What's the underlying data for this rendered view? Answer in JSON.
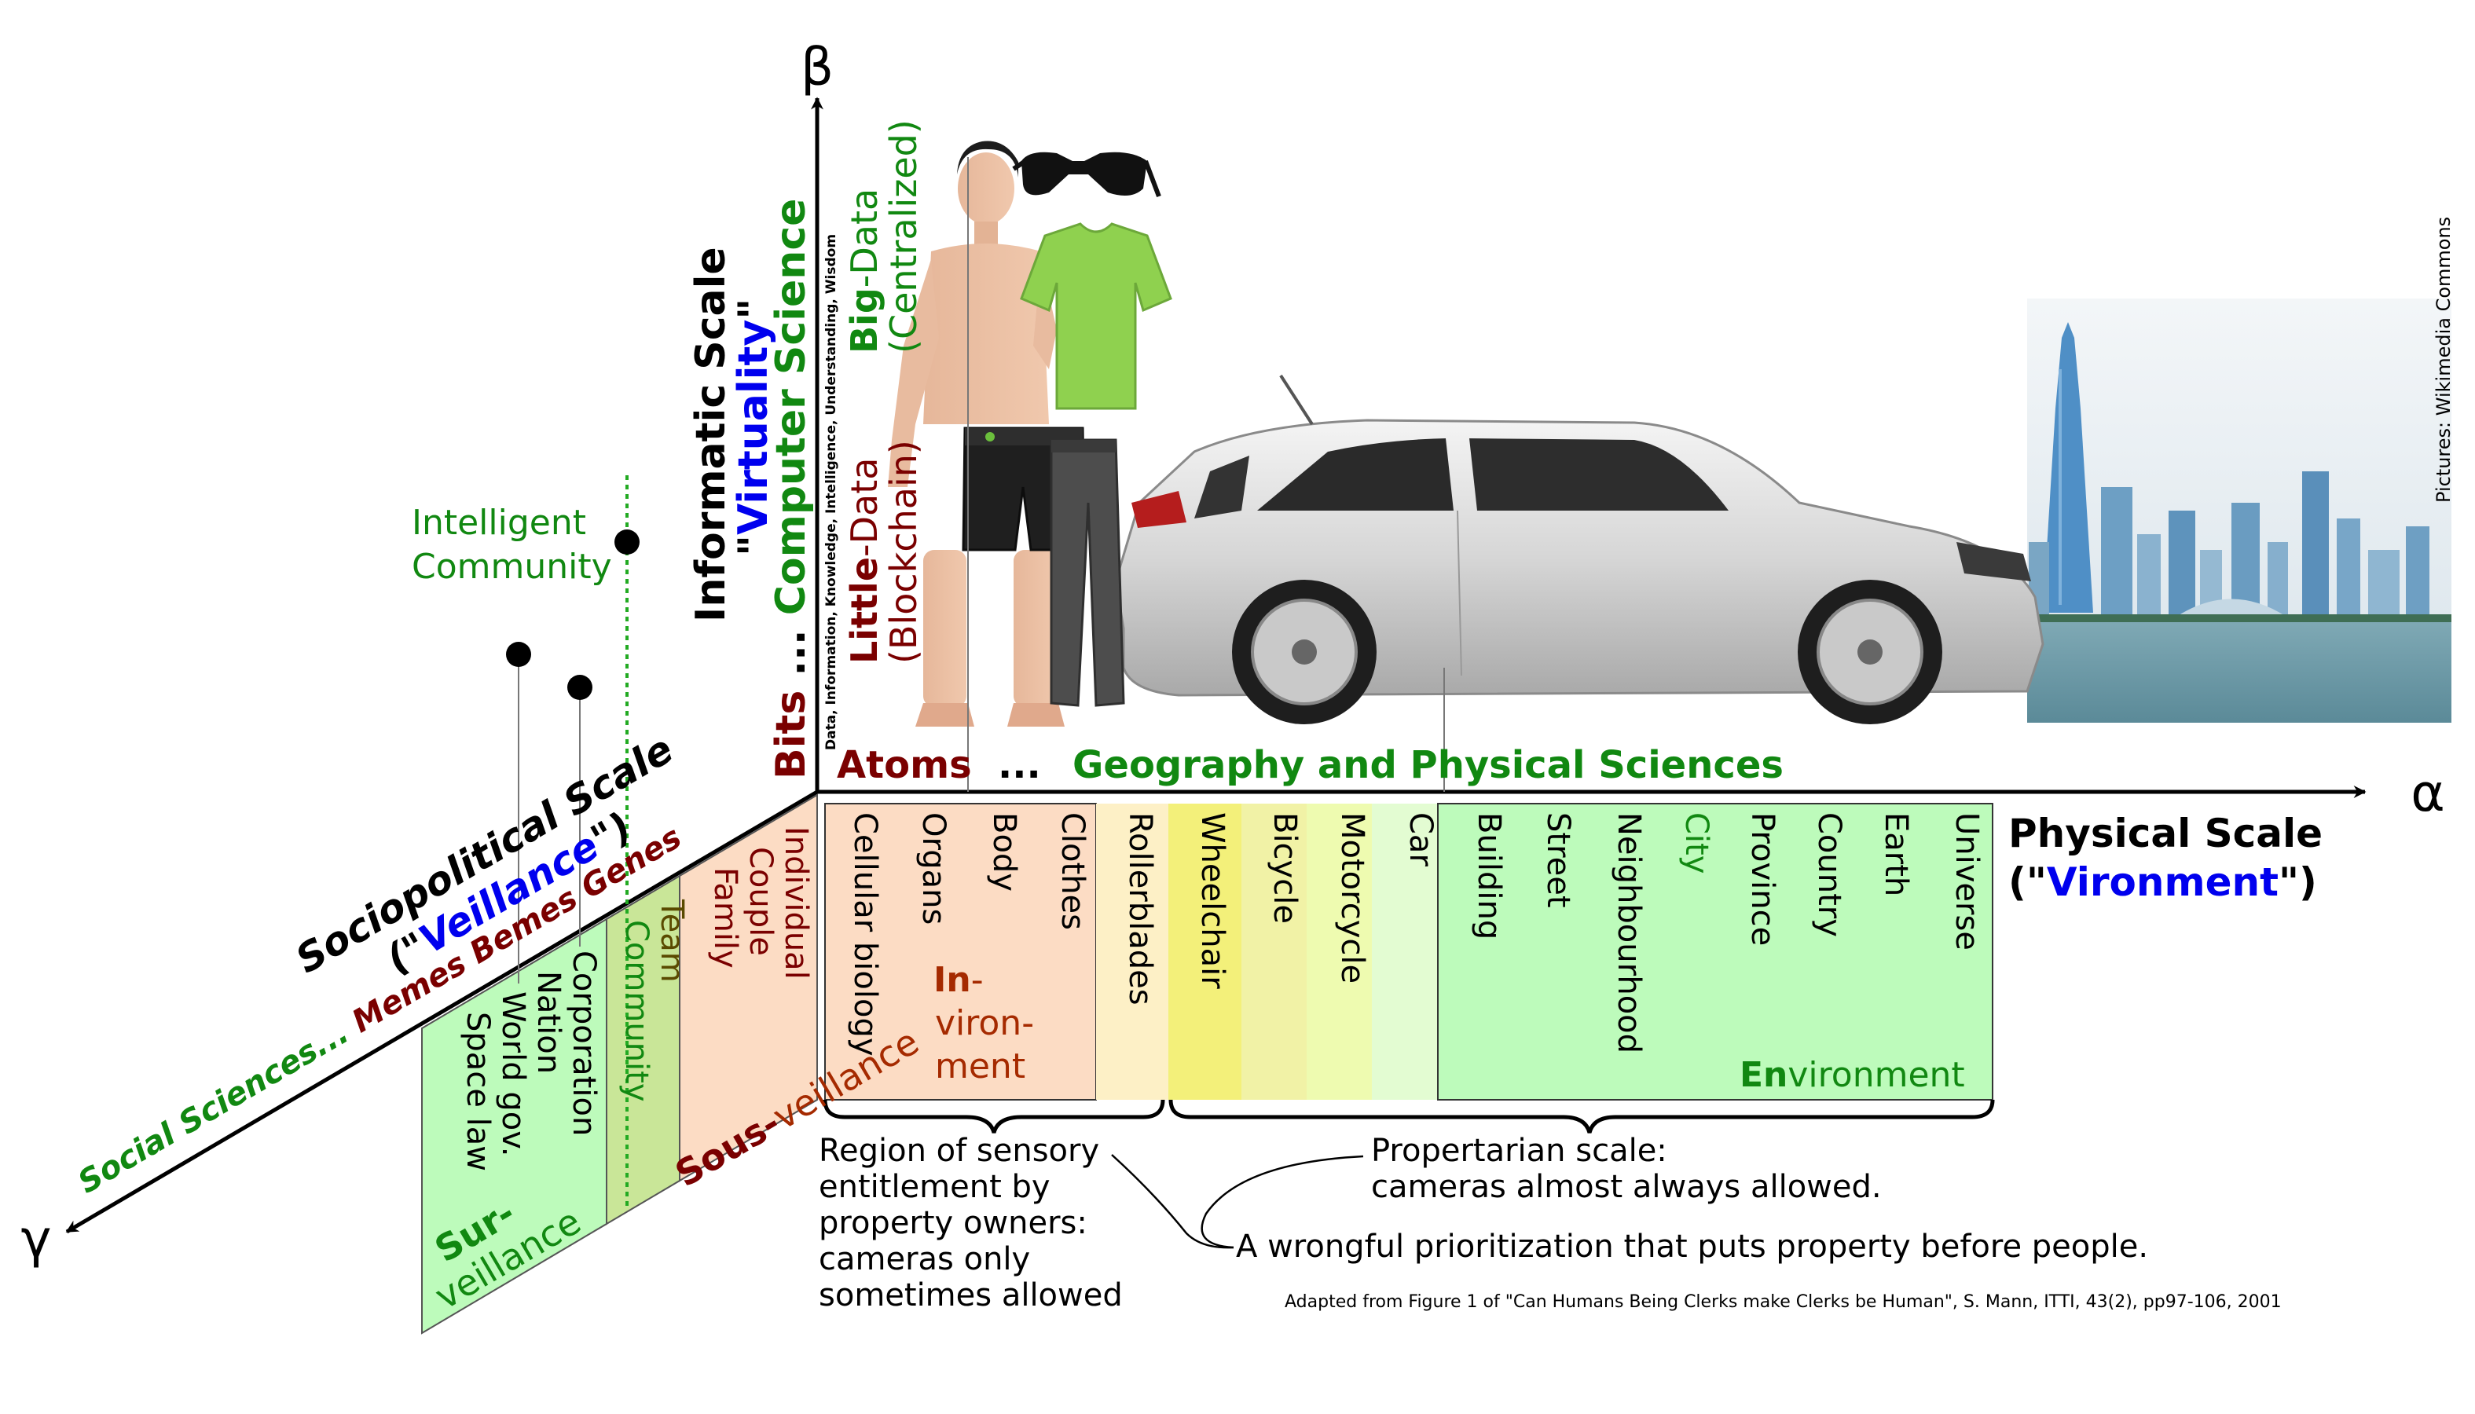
{
  "axes": {
    "beta": "β",
    "alpha": "α",
    "gamma": "γ"
  },
  "physical_scale": {
    "title": "Physical Scale",
    "sub_open": "(\"",
    "sub_key": "Vironment",
    "sub_close": "\")",
    "header_left": "Atoms",
    "header_dots": " ... ",
    "header_right": "Geography and Physical Sciences",
    "items": [
      "Cellular biology",
      "Organs",
      "Body",
      "Clothes",
      "Rollerblades",
      "Wheelchair",
      "Bicycle",
      "Motorcycle",
      "Car",
      "Building",
      "Street",
      "Neighbourhood",
      "City",
      "Province",
      "Country",
      "Earth",
      "Universe"
    ],
    "inviron_bold": "In",
    "inviron_line1": "-",
    "inviron_line2": "viron-",
    "inviron_line3": "ment",
    "environ_bold": "En",
    "environ_rest": "vironment"
  },
  "informatic_scale": {
    "title": "Informatic Scale",
    "sub_open": "\"",
    "sub_key": "Virtuality",
    "sub_close": "\"",
    "bits": "Bits",
    "dots": " ... ",
    "cs": "Computer Science",
    "dikw": "Data, Information, Knowledge, Intelligence, Understanding, Wisdom",
    "little_bold": "Little",
    "little_rest": "-Data",
    "blockchain": "(Blockchain)",
    "big_bold": "Big",
    "big_rest": "-Data",
    "centralized": "(Centralized)"
  },
  "sociopolitical_scale": {
    "title": "Sociopolitical Scale",
    "sub_open": "(\"",
    "sub_key": "Veillance",
    "sub_close": "\")",
    "social": "Social Sciences...",
    "memes": " Memes Bemes Genes",
    "items": [
      "Individual",
      "Couple",
      "Family",
      "Team",
      "Community",
      "Corporation",
      "Nation",
      "World gov.",
      "Space law"
    ],
    "sous_bold": "Sous-",
    "sous_rest": "veillance",
    "sur_bold": "Sur-",
    "sur_rest": "veillance"
  },
  "intelligent_community": [
    "Intelligent",
    "Community"
  ],
  "annotations": {
    "region": [
      "Region of sensory",
      "entitlement by",
      "property owners:",
      "cameras only",
      "sometimes allowed"
    ],
    "propertarian": [
      "Propertarian scale:",
      "cameras almost always allowed."
    ],
    "wrongful": "A wrongful prioritization that puts property before people.",
    "citation": "Adapted from Figure 1 of \"Can Humans Being Clerks make Clerks be Human\", S. Mann, ITTI, 43(2), pp97-106, 2001",
    "credit": "Pictures: Wikimedia Commons"
  },
  "colors": {
    "green": "#118811",
    "darkred": "#7a0000",
    "blue": "#0000ee",
    "peach": "#fcdcc4",
    "cream": "#fdf0c6",
    "yellow": "#f3f07a",
    "paleyellow": "#f2f7b4",
    "palegreen": "#e3fcd2",
    "lightgreen": "#bdfbbb"
  },
  "image_items": [
    "person-photo",
    "sunglasses-photo",
    "tshirt-photo",
    "shorts-photo",
    "pants-photo",
    "car-photo",
    "city-skyline-photo"
  ]
}
